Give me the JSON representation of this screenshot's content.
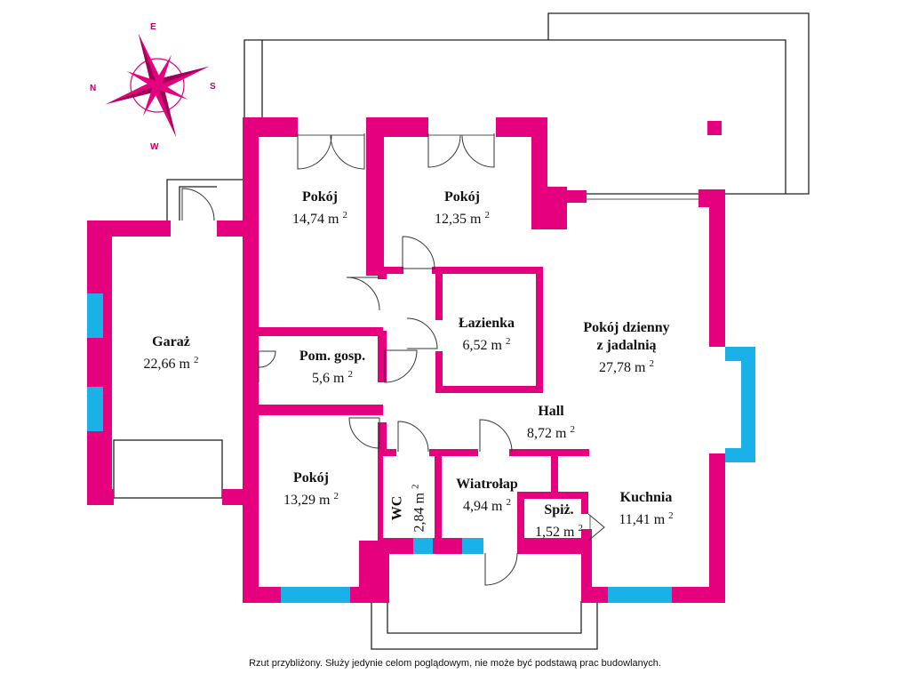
{
  "compass": {
    "n": "N",
    "e": "E",
    "s": "S",
    "w": "W"
  },
  "colors": {
    "walls": "#e5007e",
    "windows": "#1ab0e8"
  },
  "unit_sup": "2",
  "rooms": [
    {
      "name": "Pokój",
      "area": "14,74 m"
    },
    {
      "name": "Pokój",
      "area": "12,35 m"
    },
    {
      "name": "Garaż",
      "area": "22,66 m"
    },
    {
      "name": "Pom. gosp.",
      "area": "5,6 m"
    },
    {
      "name": "Łazienka",
      "area": "6,52 m"
    },
    {
      "name": "Pokój dzienny",
      "name2": "z jadalnią",
      "area": "27,78 m"
    },
    {
      "name": "Hall",
      "area": "8,72 m"
    },
    {
      "name": "Pokój",
      "area": "13,29 m"
    },
    {
      "name": "WC",
      "area": "2,84 m"
    },
    {
      "name": "Wiatrołap",
      "area": "4,94 m"
    },
    {
      "name": "Spiż.",
      "area": "1,52 m"
    },
    {
      "name": "Kuchnia",
      "area": "11,41 m"
    }
  ],
  "disclaimer": "Rzut przybliżony. Służy jedynie celom poglądowym, nie może być podstawą prac budowlanych."
}
